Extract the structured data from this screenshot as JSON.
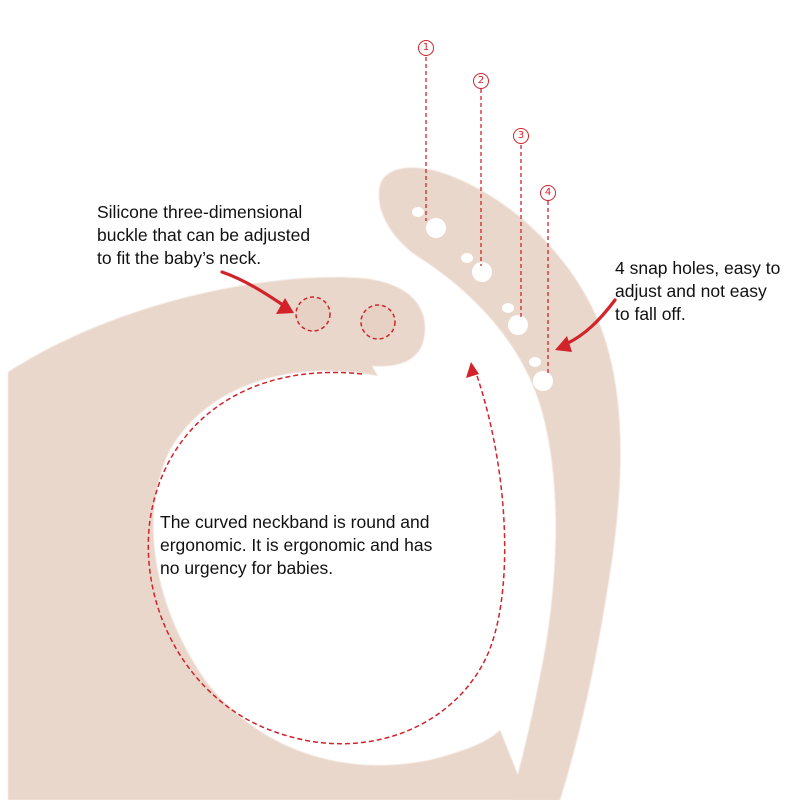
{
  "colors": {
    "silicone": "#ead7cb",
    "background": "#ffffff",
    "accent_red": "#d2232a",
    "text": "#111111"
  },
  "callouts": {
    "buckle": [
      "Silicone three-dimensional",
      "buckle that can be adjusted",
      "to fit the baby’s neck."
    ],
    "snap_holes": [
      "4 snap holes, easy to",
      "adjust and not easy",
      "to fall off."
    ],
    "neckband": [
      "The curved neckband is round and",
      "ergonomic. It is ergonomic and has",
      "no urgency for babies."
    ]
  },
  "hole_markers": [
    "1",
    "2",
    "3",
    "4"
  ],
  "icons": {
    "buckle_arrow": "curved-arrow-icon",
    "holes_arrow": "curved-arrow-icon",
    "neck_arrow": "dashed-arrow-icon"
  }
}
